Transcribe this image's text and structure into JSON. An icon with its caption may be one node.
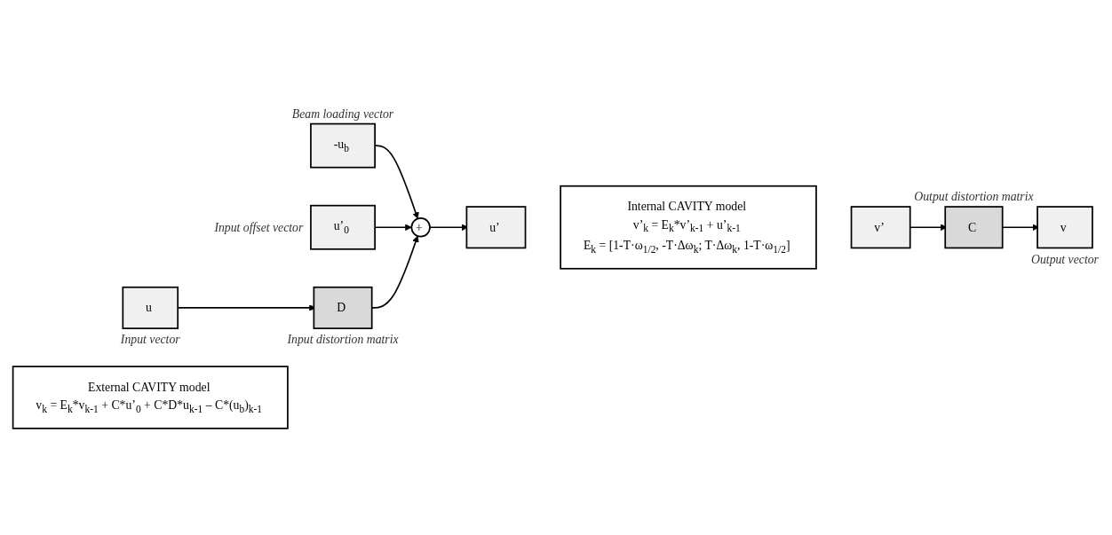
{
  "diagram": {
    "nodes": [
      {
        "text": [
          "-u$_{b}$"
        ],
        "beside": [
          "Beam loading vector"
        ]
      },
      {
        "text": [
          "u’$_{0}$"
        ],
        "beside": [
          "Input offset vector"
        ]
      },
      {
        "text": [
          "+"
        ]
      },
      {
        "text": [
          "u’"
        ]
      },
      {
        "text": [
          "Internal CAVITY model",
          "v’$_{k}$ = E$_{k}$*v’$_{k-1}$ + u’$_{k-1}$",
          "E$_{k}$ = [1-T·ω$_{1/2}$, -T·Δω$_{k}$; T·Δω$_{k}$, 1-T·ω$_{1/2}$]"
        ]
      },
      {
        "text": [
          "v’"
        ]
      },
      {
        "text": [
          "C"
        ],
        "beside": [
          "Output distortion matrix"
        ]
      },
      {
        "text": [
          "D"
        ],
        "beside": [
          "Input distortion matrix"
        ]
      },
      {
        "text": [
          "u"
        ],
        "beside": [
          "Input vector"
        ]
      },
      {
        "text": [
          "v"
        ],
        "beside": [
          "Output vector"
        ]
      },
      {
        "text": [
          "External CAVITY model",
          "v$_{k}$ = E$_{k}$*v$_{k-1}$ + C*u’$_{0}$ + C*D*u$_{k-1}$ – C*(u$_{b}$)$_{k-1}$"
        ]
      }
    ],
    "edges": [
      {
        "from": 0,
        "to": 2,
        "arrow": "to"
      },
      {
        "from": 1,
        "to": 2,
        "arrow": "to"
      },
      {
        "from": 7,
        "to": 2,
        "arrow": "to"
      },
      {
        "from": 8,
        "to": 7,
        "arrow": "to"
      },
      {
        "from": 2,
        "to": 3,
        "arrow": "to"
      },
      {
        "from": 5,
        "to": 6,
        "arrow": "to"
      },
      {
        "from": 6,
        "to": 9,
        "arrow": "to"
      }
    ]
  }
}
